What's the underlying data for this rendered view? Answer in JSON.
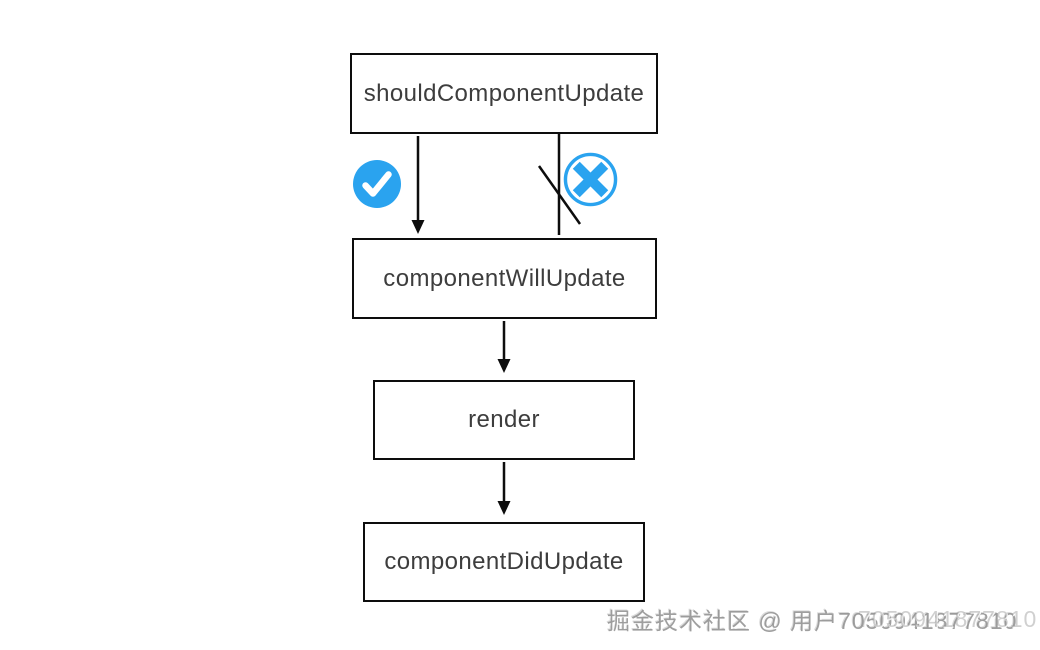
{
  "diagram": {
    "type": "flowchart",
    "topic": "React component update lifecycle",
    "nodes": [
      {
        "id": "shouldComponentUpdate",
        "label": "shouldComponentUpdate"
      },
      {
        "id": "componentWillUpdate",
        "label": "componentWillUpdate"
      },
      {
        "id": "render",
        "label": "render"
      },
      {
        "id": "componentDidUpdate",
        "label": "componentDidUpdate"
      }
    ],
    "edges": [
      {
        "from": "shouldComponentUpdate",
        "to": "componentWillUpdate",
        "icon": "check-circle-icon",
        "arrowhead": true,
        "blocked": false
      },
      {
        "from": "shouldComponentUpdate",
        "to": "componentWillUpdate",
        "icon": "cross-circle-icon",
        "arrowhead": false,
        "blocked": true
      },
      {
        "from": "componentWillUpdate",
        "to": "render",
        "arrowhead": true,
        "blocked": false
      },
      {
        "from": "render",
        "to": "componentDidUpdate",
        "arrowhead": true,
        "blocked": false
      }
    ],
    "icons": [
      {
        "name": "check-circle-icon",
        "meaning": "update proceeds"
      },
      {
        "name": "cross-circle-icon",
        "meaning": "update blocked"
      }
    ],
    "colors": {
      "accent_blue": "#2aa3ef",
      "line_black": "#0d0d0d",
      "box_text": "#3d3d3d",
      "background": "#ffffff"
    }
  },
  "watermark": {
    "prefix": "掘金技术社区 @ 用户",
    "user_id": "7050941877810",
    "full_text": "掘金技术社区 @ 用户7050941877810"
  }
}
